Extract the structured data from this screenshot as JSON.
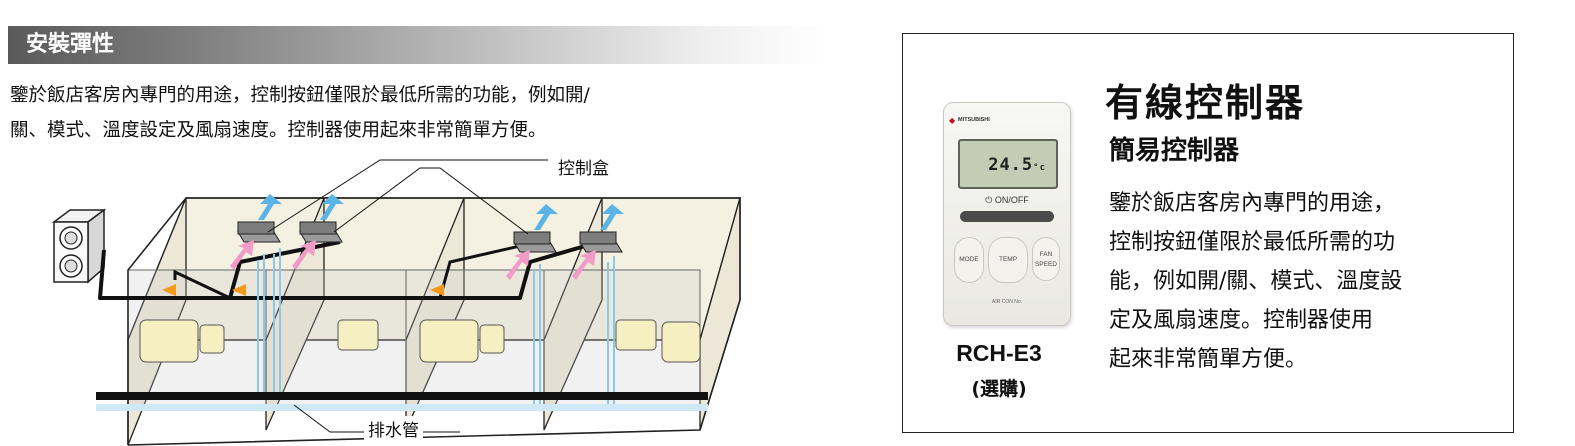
{
  "section": {
    "title": "安裝彈性",
    "intro_lines": [
      "鑒於飯店客房內專門的用途，控制按鈕僅限於最低所需的功能，例如開/",
      "關、模式、溫度設定及風扇速度。控制器使用起來非常簡單方便。"
    ]
  },
  "illustration": {
    "control_box_label": "控制盒",
    "drain_pipe_label": "排水管"
  },
  "product": {
    "title": "有線控制器",
    "subtitle": "簡易控制器",
    "description_lines": [
      "鑒於飯店客房內專門的用途，",
      "控制按鈕僅限於最低所需的功",
      "能，例如開/關、模式、溫度設",
      "定及風扇速度。控制器使用",
      "起來非常簡單方便。"
    ],
    "model": "RCH-E3",
    "model_note": "(選購)"
  },
  "remote": {
    "brand": "MITSUBISHI",
    "display_temp": "24.5",
    "display_unit": "°c",
    "onoff_label": "ON/OFF",
    "mode_label": "MODE",
    "temp_label": "TEMP",
    "fan_label_1": "FAN",
    "fan_label_2": "SPEED",
    "aircon_label": "AIR CON No."
  },
  "colors": {
    "airflow_blue": "#5ab4e6",
    "airflow_pink": "#f29ac8",
    "arrow_orange": "#f39a1c",
    "drain_blue": "#cfe8f6",
    "wall_fill": "#f3eee0"
  }
}
